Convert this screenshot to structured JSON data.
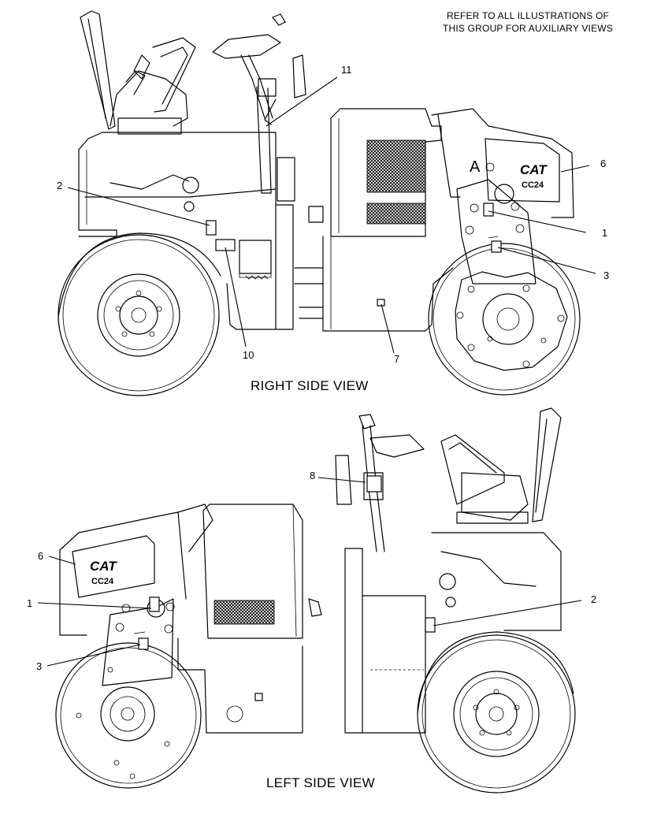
{
  "header_note": {
    "line1": "REFER TO ALL ILLUSTRATIONS OF",
    "line2": "THIS GROUP FOR AUXILIARY VIEWS"
  },
  "right_view": {
    "title": "RIGHT SIDE VIEW",
    "brand_label": "CAT",
    "model_label": "CC24",
    "view_marker": "A",
    "callouts": [
      {
        "number": "11"
      },
      {
        "number": "2"
      },
      {
        "number": "6"
      },
      {
        "number": "1"
      },
      {
        "number": "3"
      },
      {
        "number": "10"
      },
      {
        "number": "7"
      }
    ]
  },
  "left_view": {
    "title": "LEFT SIDE VIEW",
    "brand_label": "CAT",
    "model_label": "CC24",
    "callouts": [
      {
        "number": "8"
      },
      {
        "number": "6"
      },
      {
        "number": "1"
      },
      {
        "number": "3"
      },
      {
        "number": "2"
      }
    ]
  }
}
